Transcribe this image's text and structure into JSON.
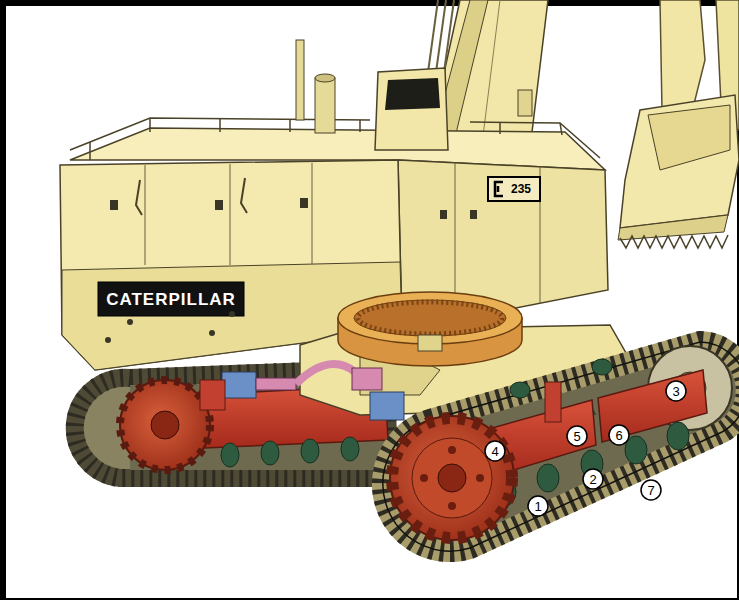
{
  "diagram": {
    "labels": [
      "235",
      "CATERPILLAR",
      "3",
      "5",
      "6",
      "4",
      "2",
      "7",
      "1"
    ]
  }
}
